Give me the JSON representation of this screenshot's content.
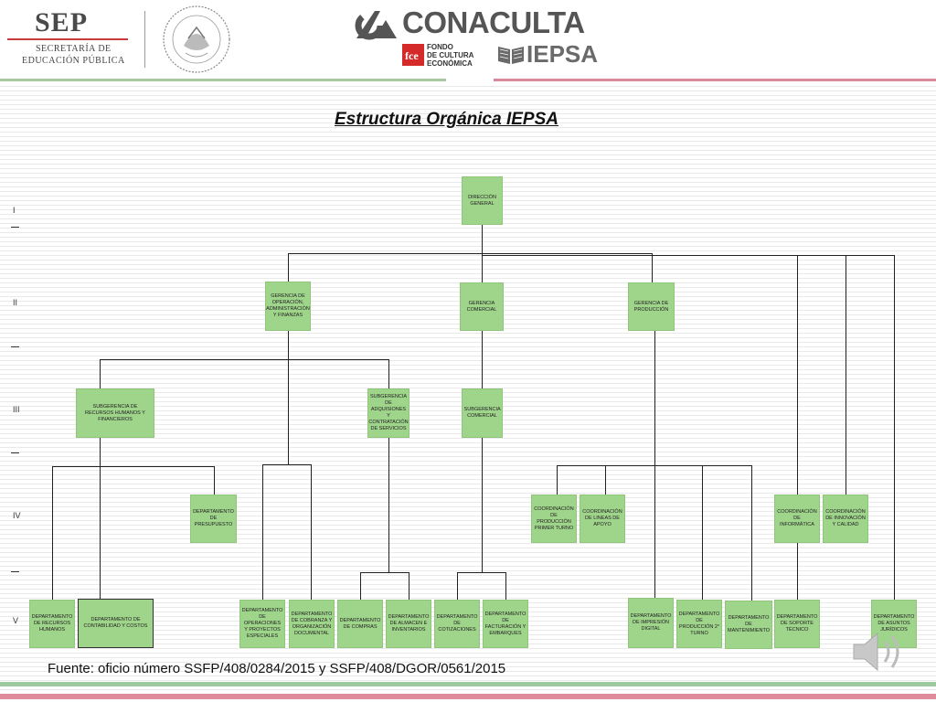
{
  "header": {
    "sep": "SEP",
    "sep_sub_1": "SECRETARÍA DE",
    "sep_sub_2": "EDUCACIÓN PÚBLICA",
    "conaculta": "CONACULTA",
    "fce_1": "FONDO",
    "fce_2": "DE CULTURA",
    "fce_3": "ECONÓMICA",
    "iepsa": "IEPSA"
  },
  "title": "Estructura Orgánica IEPSA",
  "levels": [
    "I",
    "II",
    "III",
    "IV",
    "V"
  ],
  "boxes": {
    "direccion_general": "DIRECCIÓN GENERAL",
    "gerencia_operacion": "GERENCIA DE OPERACIÓN, ADMINISTRACIÓN Y FINANZAS",
    "gerencia_comercial": "GERENCIA COMERCIAL",
    "gerencia_produccion": "GERENCIA DE PRODUCCIÓN",
    "subgerencia_rh": "SUBGERENCIA DE RECURSOS HUMANOS Y FINANCIEROS",
    "subgerencia_adquisiciones": "SUBGERENCIA DE ADQUISIONES Y CONTRATACIÓN DE SERVICIOS",
    "subgerencia_comercial": "SUBGERENCIA COMERCIAL",
    "depto_presupuesto": "DEPARTAMENTO DE PRESUPUESTO",
    "coord_produccion_primer": "COORDINACIÓN DE PRODUCCIÓN PRIMER TURNO",
    "coord_lineas_apoyo": "COORDINACIÓN DE LINEAS DE APOYO",
    "coord_informatica": "COORDINACIÓN DE INFORMÁTICA",
    "coord_innovacion": "COORDINACIÓN DE INNOVACIÓN Y CALIDAD",
    "depto_recursos_humanos": "DEPARTAMENTO DE RECURSOS HUMANOS",
    "depto_contabilidad": "DEPARTAMENTO DE CONTABILIDAD Y COSTOS",
    "depto_operaciones": "DEPARTAMENTO DE OPERACIONES Y PROYECTOS ESPECIALES",
    "depto_cobranza": "DEPARTAMENTO DE COBRANZA Y ORGANIZACIÓN DOCUMENTAL",
    "depto_compras": "DEPARTAMENTO DE COMPRAS",
    "depto_almacen": "DEPARTAMENTO DE ALMACEN E INVENTARIOS",
    "depto_cotizaciones": "DEPARTAMENTO DE COTIZACIONES",
    "depto_facturacion": "DEPARTAMENTO DE FACTURACIÓN Y EMBARQUES",
    "depto_impresion": "DEPARTAMENTO DE IMPRESIÓN DIGITAL",
    "depto_produccion_2": "DEPARTAMENTO DE PRODUCCIÓN 2° TURNO",
    "depto_mantenimiento": "DEPARTAMENTO DE MANTENIMIENTO",
    "depto_soporte": "DEPARTAMENTO DE SOPORTE TÉCNICO",
    "depto_juridicos": "DEPARTAMENTO DE ASUNTOS JURÍDICOS"
  },
  "footer": "Fuente:  oficio número SSFP/408/0284/2015 y SSFP/408/DGOR/0561/2015",
  "colors": {
    "box_fill": "#9fd48b",
    "green_band": "#9fc99f",
    "pink_band": "#de8b9b"
  },
  "icons": [
    "speaker-icon",
    "mexican-seal-icon",
    "conaculta-logo-icon",
    "fce-logo-icon",
    "iepsa-book-icon"
  ]
}
